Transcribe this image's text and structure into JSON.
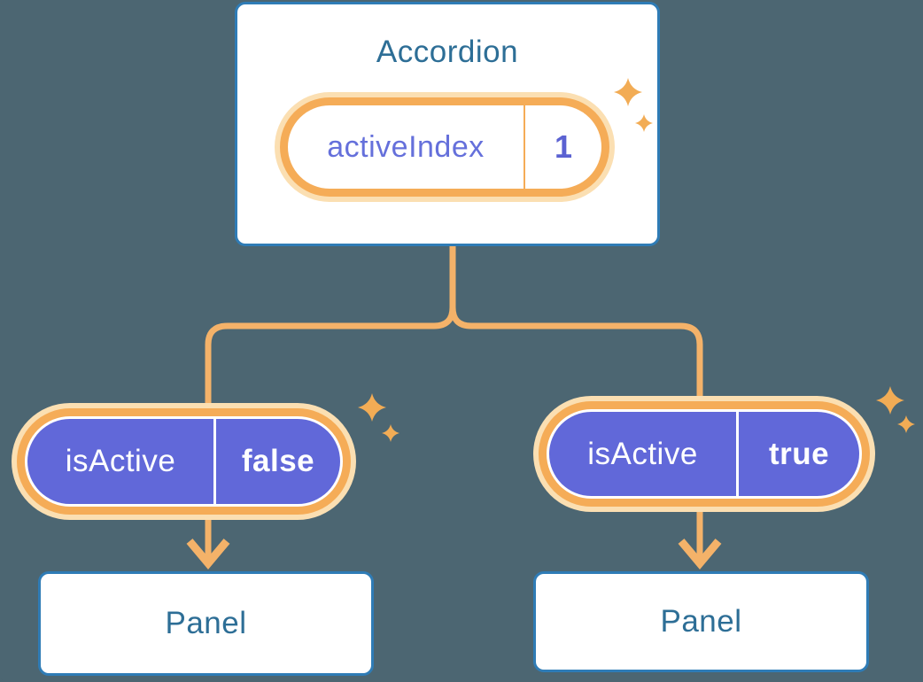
{
  "diagram": {
    "root": {
      "title": "Accordion",
      "state": {
        "name": "activeIndex",
        "value": "1"
      }
    },
    "children": [
      {
        "prop": {
          "name": "isActive",
          "value": "false"
        },
        "panel": {
          "label": "Panel"
        }
      },
      {
        "prop": {
          "name": "isActive",
          "value": "true"
        },
        "panel": {
          "label": "Panel"
        }
      }
    ]
  },
  "icons": {
    "sparkle": "four-point-star"
  },
  "colors": {
    "background": "#4C6672",
    "card_border": "#2F7CB6",
    "heading_text": "#2D6E96",
    "pill_purple_fill": "#6168D9",
    "pill_purple_text": "#6570DB",
    "pill_value_text": "#5B62D2",
    "ring_orange": "#F5AC57",
    "ring_glow": "#FBDFB2",
    "connector_orange": "#F4B269",
    "sparkle_orange": "#F2AC55",
    "white": "#FFFFFF"
  }
}
